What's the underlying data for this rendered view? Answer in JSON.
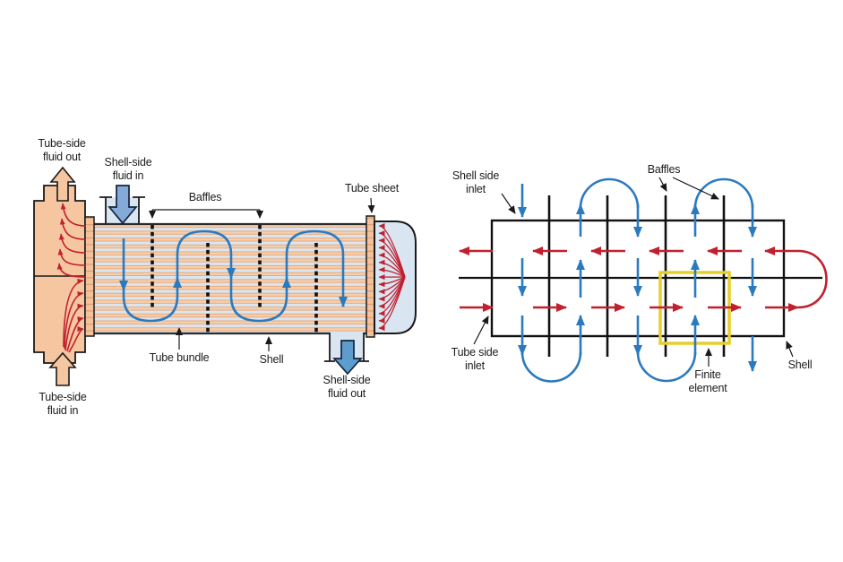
{
  "figure": {
    "description": "Shell-and-tube heat exchanger: construction schematic (left) and finite-element flow grid (right)",
    "left_diagram": {
      "labels": {
        "tube_side_fluid_out": "Tube-side\nfluid out",
        "shell_side_fluid_in": "Shell-side\nfluid in",
        "baffles": "Baffles",
        "tube_sheet": "Tube sheet",
        "tube_bundle": "Tube bundle",
        "shell": "Shell",
        "shell_side_fluid_out": "Shell-side\nfluid out",
        "tube_side_fluid_in": "Tube-side\nfluid in"
      }
    },
    "right_diagram": {
      "labels": {
        "shell_side_inlet": "Shell side\ninlet",
        "baffles": "Baffles",
        "tube_side_inlet": "Tube side\ninlet",
        "finite_element": "Finite\nelement",
        "shell": "Shell"
      }
    },
    "colors": {
      "tube_side_red": "#c0212f",
      "shell_side_blue": "#2b7ac0",
      "tube_metal_salmon": "#f5c6a0",
      "shell_fluid_light_blue": "#d9e6f2",
      "finite_element_yellow": "#e6cf2a",
      "line_black": "#1a1a1a"
    }
  }
}
